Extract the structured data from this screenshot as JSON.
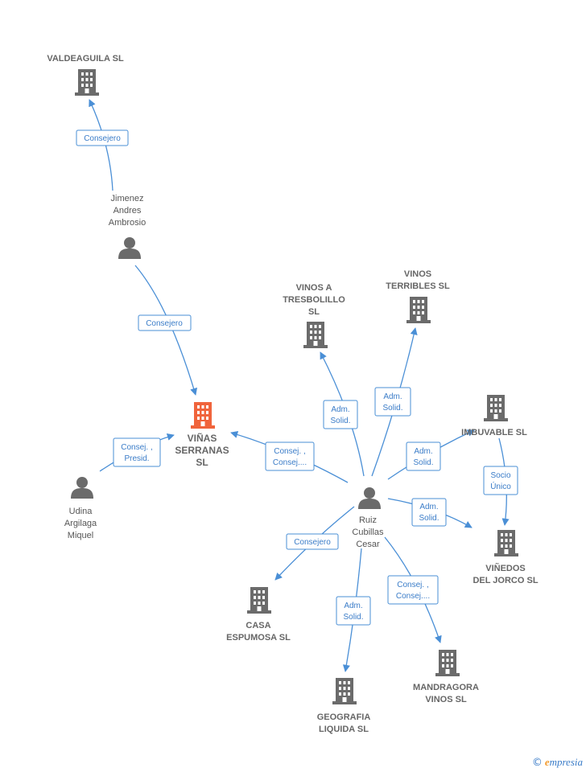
{
  "colors": {
    "accent": "#4a8fd6",
    "focus": "#f0643c",
    "icon": "#6b6b6b",
    "brand_e": "#f29a2e"
  },
  "nodes": {
    "valdeaguila": {
      "type": "company",
      "lines": [
        "VALDEAGUILA SL"
      ]
    },
    "jimenez": {
      "type": "person",
      "lines": [
        "Jimenez",
        "Andres",
        "Ambrosio"
      ]
    },
    "vinas": {
      "type": "focus",
      "lines": [
        "VIÑAS",
        "SERRANAS",
        "SL"
      ]
    },
    "udina": {
      "type": "person",
      "lines": [
        "Udina",
        "Argilaga",
        "Miquel"
      ]
    },
    "tresbolillo": {
      "type": "company",
      "lines": [
        "VINOS A",
        "TRESBOLILLO",
        "SL"
      ]
    },
    "terribles": {
      "type": "company",
      "lines": [
        "VINOS",
        "TERRIBLES SL"
      ]
    },
    "imbuvable": {
      "type": "company",
      "lines": [
        "IMBUVABLE SL"
      ]
    },
    "ruiz": {
      "type": "person",
      "lines": [
        "Ruiz",
        "Cubillas",
        "Cesar"
      ]
    },
    "vinedos": {
      "type": "company",
      "lines": [
        "VIÑEDOS",
        "DEL JORCO  SL"
      ]
    },
    "casa": {
      "type": "company",
      "lines": [
        "CASA",
        "ESPUMOSA  SL"
      ]
    },
    "geografia": {
      "type": "company",
      "lines": [
        "GEOGRAFIA",
        "LIQUIDA SL"
      ]
    },
    "mandragora": {
      "type": "company",
      "lines": [
        "MANDRAGORA",
        "VINOS SL"
      ]
    }
  },
  "edges": [
    {
      "id": "jimenez-valdeaguila",
      "label": [
        "Consejero"
      ]
    },
    {
      "id": "jimenez-vinas",
      "label": [
        "Consejero"
      ]
    },
    {
      "id": "udina-vinas",
      "label": [
        "Consej. ,",
        "Presid."
      ]
    },
    {
      "id": "ruiz-vinas",
      "label": [
        "Consej. ,",
        "Consej...."
      ]
    },
    {
      "id": "ruiz-tresbolillo",
      "label": [
        "Adm.",
        "Solid."
      ]
    },
    {
      "id": "ruiz-terribles",
      "label": [
        "Adm.",
        "Solid."
      ]
    },
    {
      "id": "ruiz-imbuvable",
      "label": [
        "Adm.",
        "Solid."
      ]
    },
    {
      "id": "imbuvable-vinedos",
      "label": [
        "Socio",
        "Único"
      ]
    },
    {
      "id": "ruiz-vinedos",
      "label": [
        "Adm.",
        "Solid."
      ]
    },
    {
      "id": "ruiz-casa",
      "label": [
        "Consejero"
      ]
    },
    {
      "id": "ruiz-geografia",
      "label": [
        "Adm.",
        "Solid."
      ]
    },
    {
      "id": "ruiz-mandragora",
      "label": [
        "Consej. ,",
        "Consej...."
      ]
    }
  ],
  "brand": {
    "copyright": "©",
    "first_letter": "e",
    "rest": "mpresia"
  }
}
